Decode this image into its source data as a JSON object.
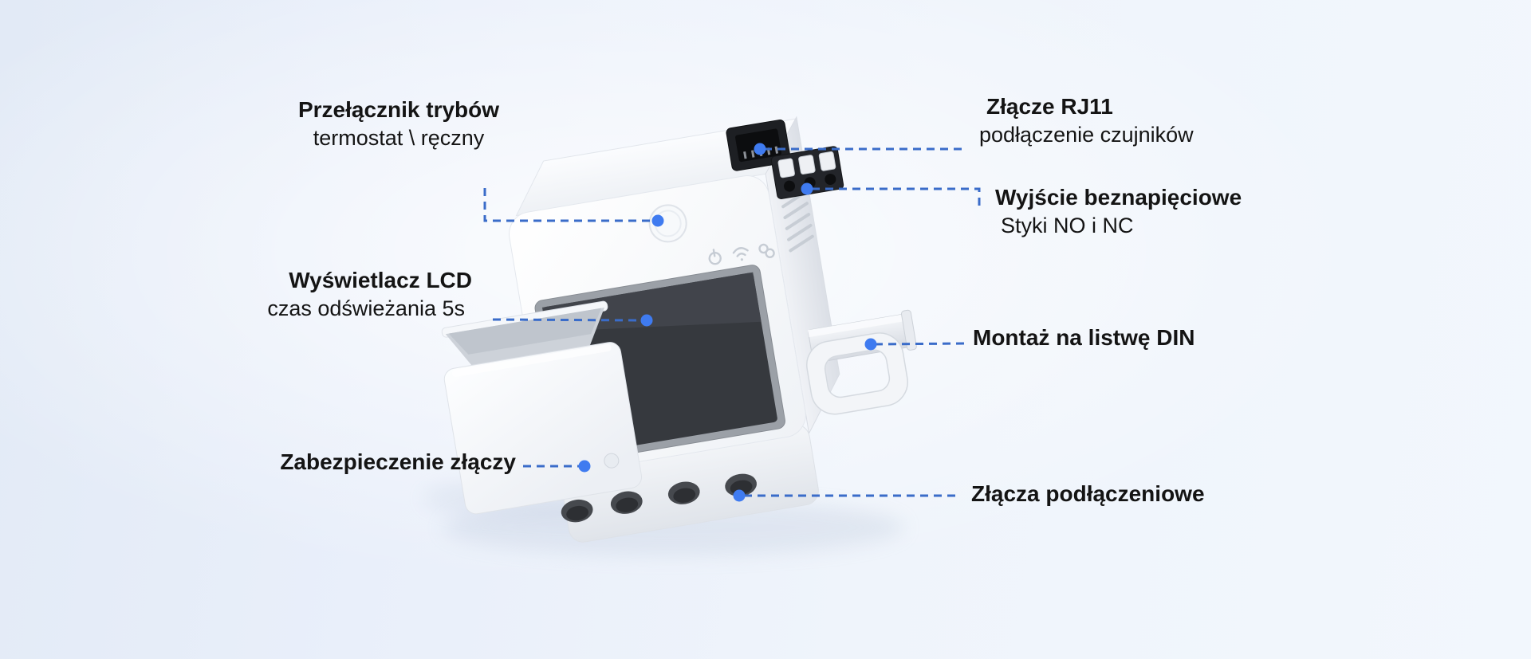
{
  "meta": {
    "kind": "product-annotation-diagram",
    "language": "pl"
  },
  "colors": {
    "leader_line": "#3a6cc9",
    "anchor_dot": "#3f7bf0",
    "label_text": "#141414",
    "background_tint": "#e9effa",
    "device_body": "#f7f9fc",
    "lcd_screen": "#36393e"
  },
  "device_parts": [
    "mode-button",
    "rj11-port",
    "dry-contact-terminal",
    "lcd-display",
    "din-rail-clip",
    "protective-cover",
    "terminal-strip",
    "vent-slots",
    "power-icon",
    "wifi-icon",
    "link-icon"
  ],
  "annotations": {
    "mode_switch": {
      "title": "Przełącznik trybów",
      "subtitle": "termostat \\ ręczny"
    },
    "rj11": {
      "title": "Złącze RJ11",
      "subtitle": "podłączenie czujników"
    },
    "dry_contact": {
      "title": "Wyjście beznapięciowe",
      "subtitle": "Styki NO i NC"
    },
    "lcd": {
      "title": "Wyświetlacz LCD",
      "subtitle": "czas odświeżania 5s"
    },
    "din_rail": {
      "title": "Montaż na listwę DIN"
    },
    "connector_cover": {
      "title": "Zabezpieczenie złączy"
    },
    "terminals": {
      "title": "Złącza podłączeniowe"
    }
  }
}
